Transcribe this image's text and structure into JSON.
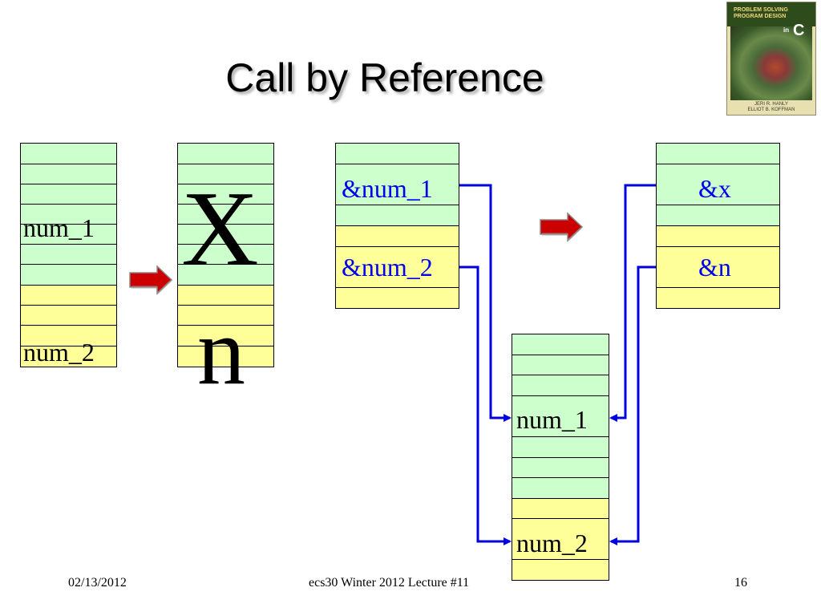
{
  "slide": {
    "title": "Call by Reference",
    "book_cover": {
      "title": "PROBLEM SOLVING\nPROGRAM DESIGN",
      "in": "in",
      "c": "C",
      "authors": "JERI R. HANLY\nELLIOT B. KOFFMAN"
    },
    "memory": {
      "stack1": {
        "labels": {
          "a": "num_1",
          "b": "num_2"
        }
      },
      "stack2": {
        "big_labels": {
          "a": "X",
          "b": "n"
        }
      },
      "stack3": {
        "labels": {
          "a": "&num_1",
          "b": "&num_2"
        }
      },
      "stack4": {
        "labels": {
          "a": "&x",
          "b": "&n"
        }
      },
      "stack5": {
        "labels": {
          "a": "num_1",
          "b": "num_2"
        }
      }
    },
    "colors": {
      "cell_green": "#ccffcc",
      "cell_yellow": "#ffff99",
      "pointer_line": "#0000dd",
      "arrow_red": "#cc0000"
    },
    "footer": {
      "date": "02/13/2012",
      "course": "ecs30 Winter 2012 Lecture #11",
      "page": "16"
    }
  }
}
